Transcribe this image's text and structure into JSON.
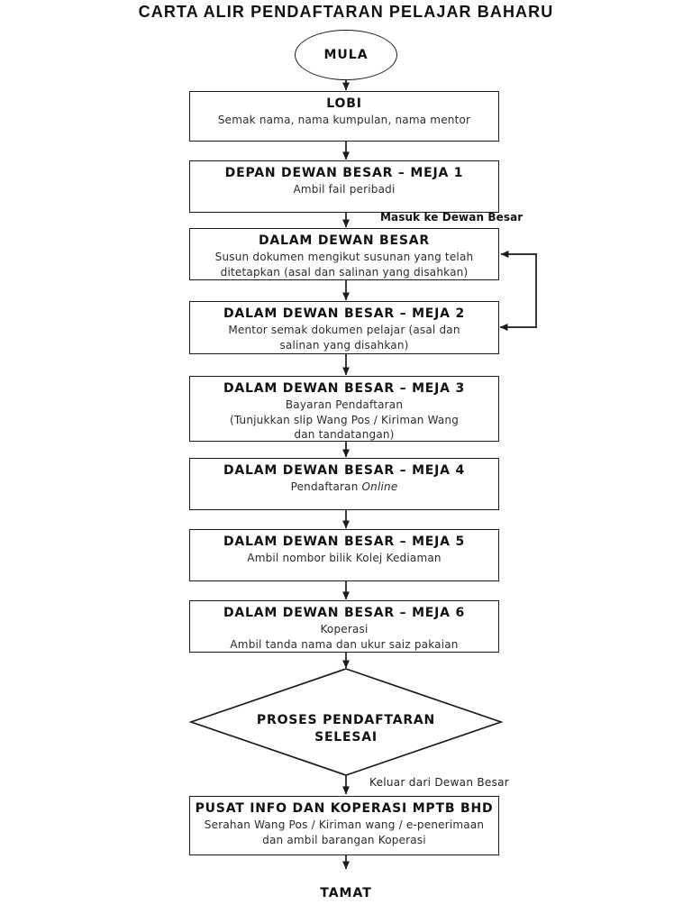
{
  "page": {
    "title": "CARTA ALIR PENDAFTARAN PELAJAR BAHARU"
  },
  "flowchart": {
    "start_label": "MULA",
    "end_label": "TAMAT",
    "edge_labels": {
      "enter_hall": "Masuk ke Dewan Besar",
      "exit_hall": "Keluar dari Dewan Besar"
    },
    "steps": [
      {
        "title": "LOBI",
        "lines": [
          "Semak nama, nama kumpulan, nama mentor"
        ]
      },
      {
        "title": "DEPAN DEWAN BESAR – MEJA 1",
        "lines": [
          "Ambil fail peribadi"
        ]
      },
      {
        "title": "DALAM DEWAN BESAR",
        "lines": [
          "Susun dokumen mengikut susunan yang telah",
          "ditetapkan (asal dan salinan yang disahkan)"
        ]
      },
      {
        "title": "DALAM DEWAN BESAR – MEJA 2",
        "lines": [
          "Mentor semak dokumen pelajar (asal dan",
          "salinan yang disahkan)"
        ]
      },
      {
        "title": "DALAM DEWAN BESAR – MEJA 3",
        "lines": [
          "Bayaran Pendaftaran",
          "(Tunjukkan slip Wang Pos / Kiriman Wang",
          "dan tandatangan)"
        ]
      },
      {
        "title": "DALAM DEWAN BESAR – MEJA 4",
        "body_prefix": "Pendaftaran ",
        "body_italic": "Online"
      },
      {
        "title": "DALAM DEWAN BESAR – MEJA 5",
        "lines": [
          "Ambil nombor bilik Kolej Kediaman"
        ]
      },
      {
        "title": "DALAM DEWAN BESAR – MEJA 6",
        "lines": [
          "Koperasi",
          "Ambil tanda nama dan ukur saiz pakaian"
        ]
      },
      {
        "title": "PUSAT INFO DAN KOPERASI MPTB BHD",
        "lines": [
          "Serahan Wang Pos / Kiriman wang / e-penerimaan",
          "dan ambil barangan Koperasi"
        ]
      }
    ],
    "decision": {
      "line1": "PROSES PENDAFTARAN",
      "line2": "SELESAI"
    }
  },
  "colors": {
    "ink": "#1a1a1a",
    "background": "#ffffff"
  }
}
